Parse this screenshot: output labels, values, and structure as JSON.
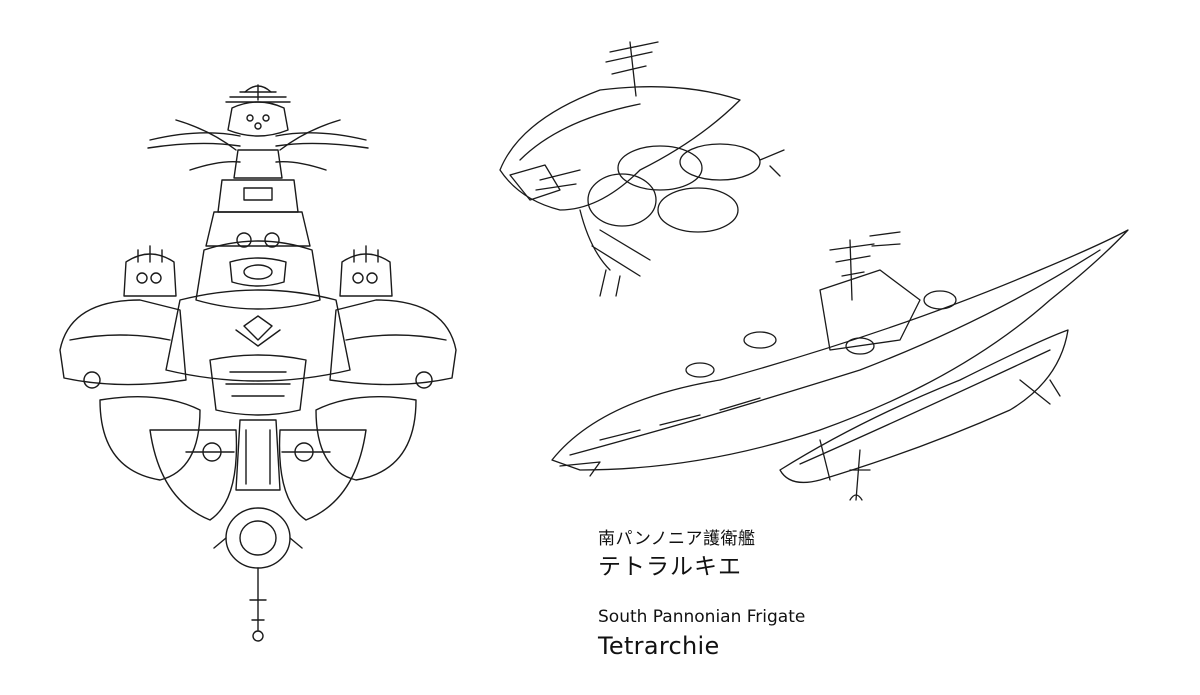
{
  "caption": {
    "japanese_subtitle": "南パンノニア護衛艦",
    "japanese_name": "テトラルキエ",
    "english_subtitle": "South Pannonian Frigate",
    "english_name": "Tetrarchie"
  },
  "colors": {
    "background": "#ffffff",
    "ink": "#1a1a1a"
  }
}
